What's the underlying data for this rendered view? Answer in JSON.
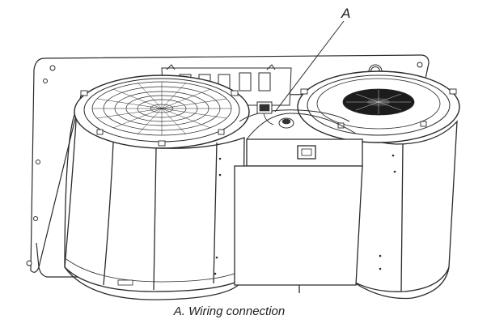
{
  "callout": {
    "letter": "A"
  },
  "caption": {
    "key": "A.",
    "text": "Wiring connection"
  },
  "colors": {
    "line": "#2a2a2a",
    "fill": "#ffffff",
    "shade": "#e6e6e6"
  }
}
